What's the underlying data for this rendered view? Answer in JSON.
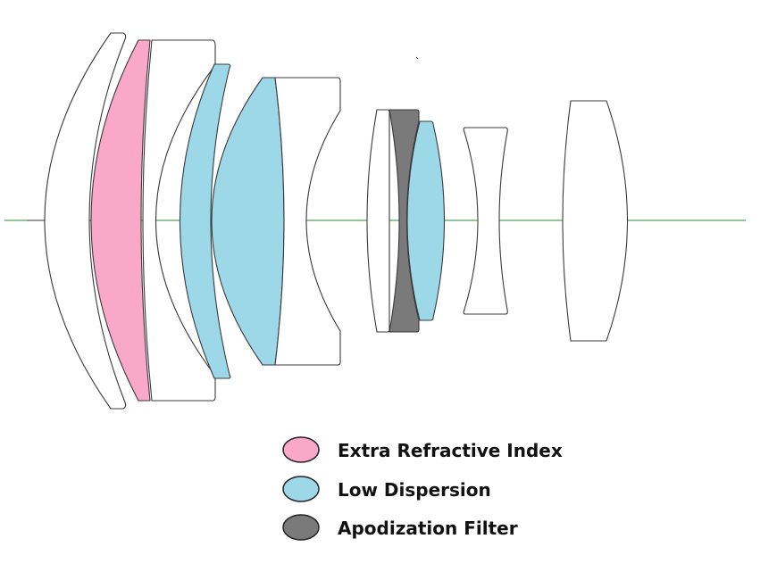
{
  "colors": {
    "extra_refractive": "#f9a9c7",
    "low_dispersion": "#9dd8e9",
    "apodization": "#7a7a7a",
    "glass": "#ffffff",
    "optical_axis": "#2e8b3a"
  },
  "legend": [
    {
      "label": "Extra Refractive Index",
      "type": "extra_refractive"
    },
    {
      "label": "Low Dispersion",
      "type": "low_dispersion"
    },
    {
      "label": "Apodization Filter",
      "type": "apodization"
    }
  ]
}
